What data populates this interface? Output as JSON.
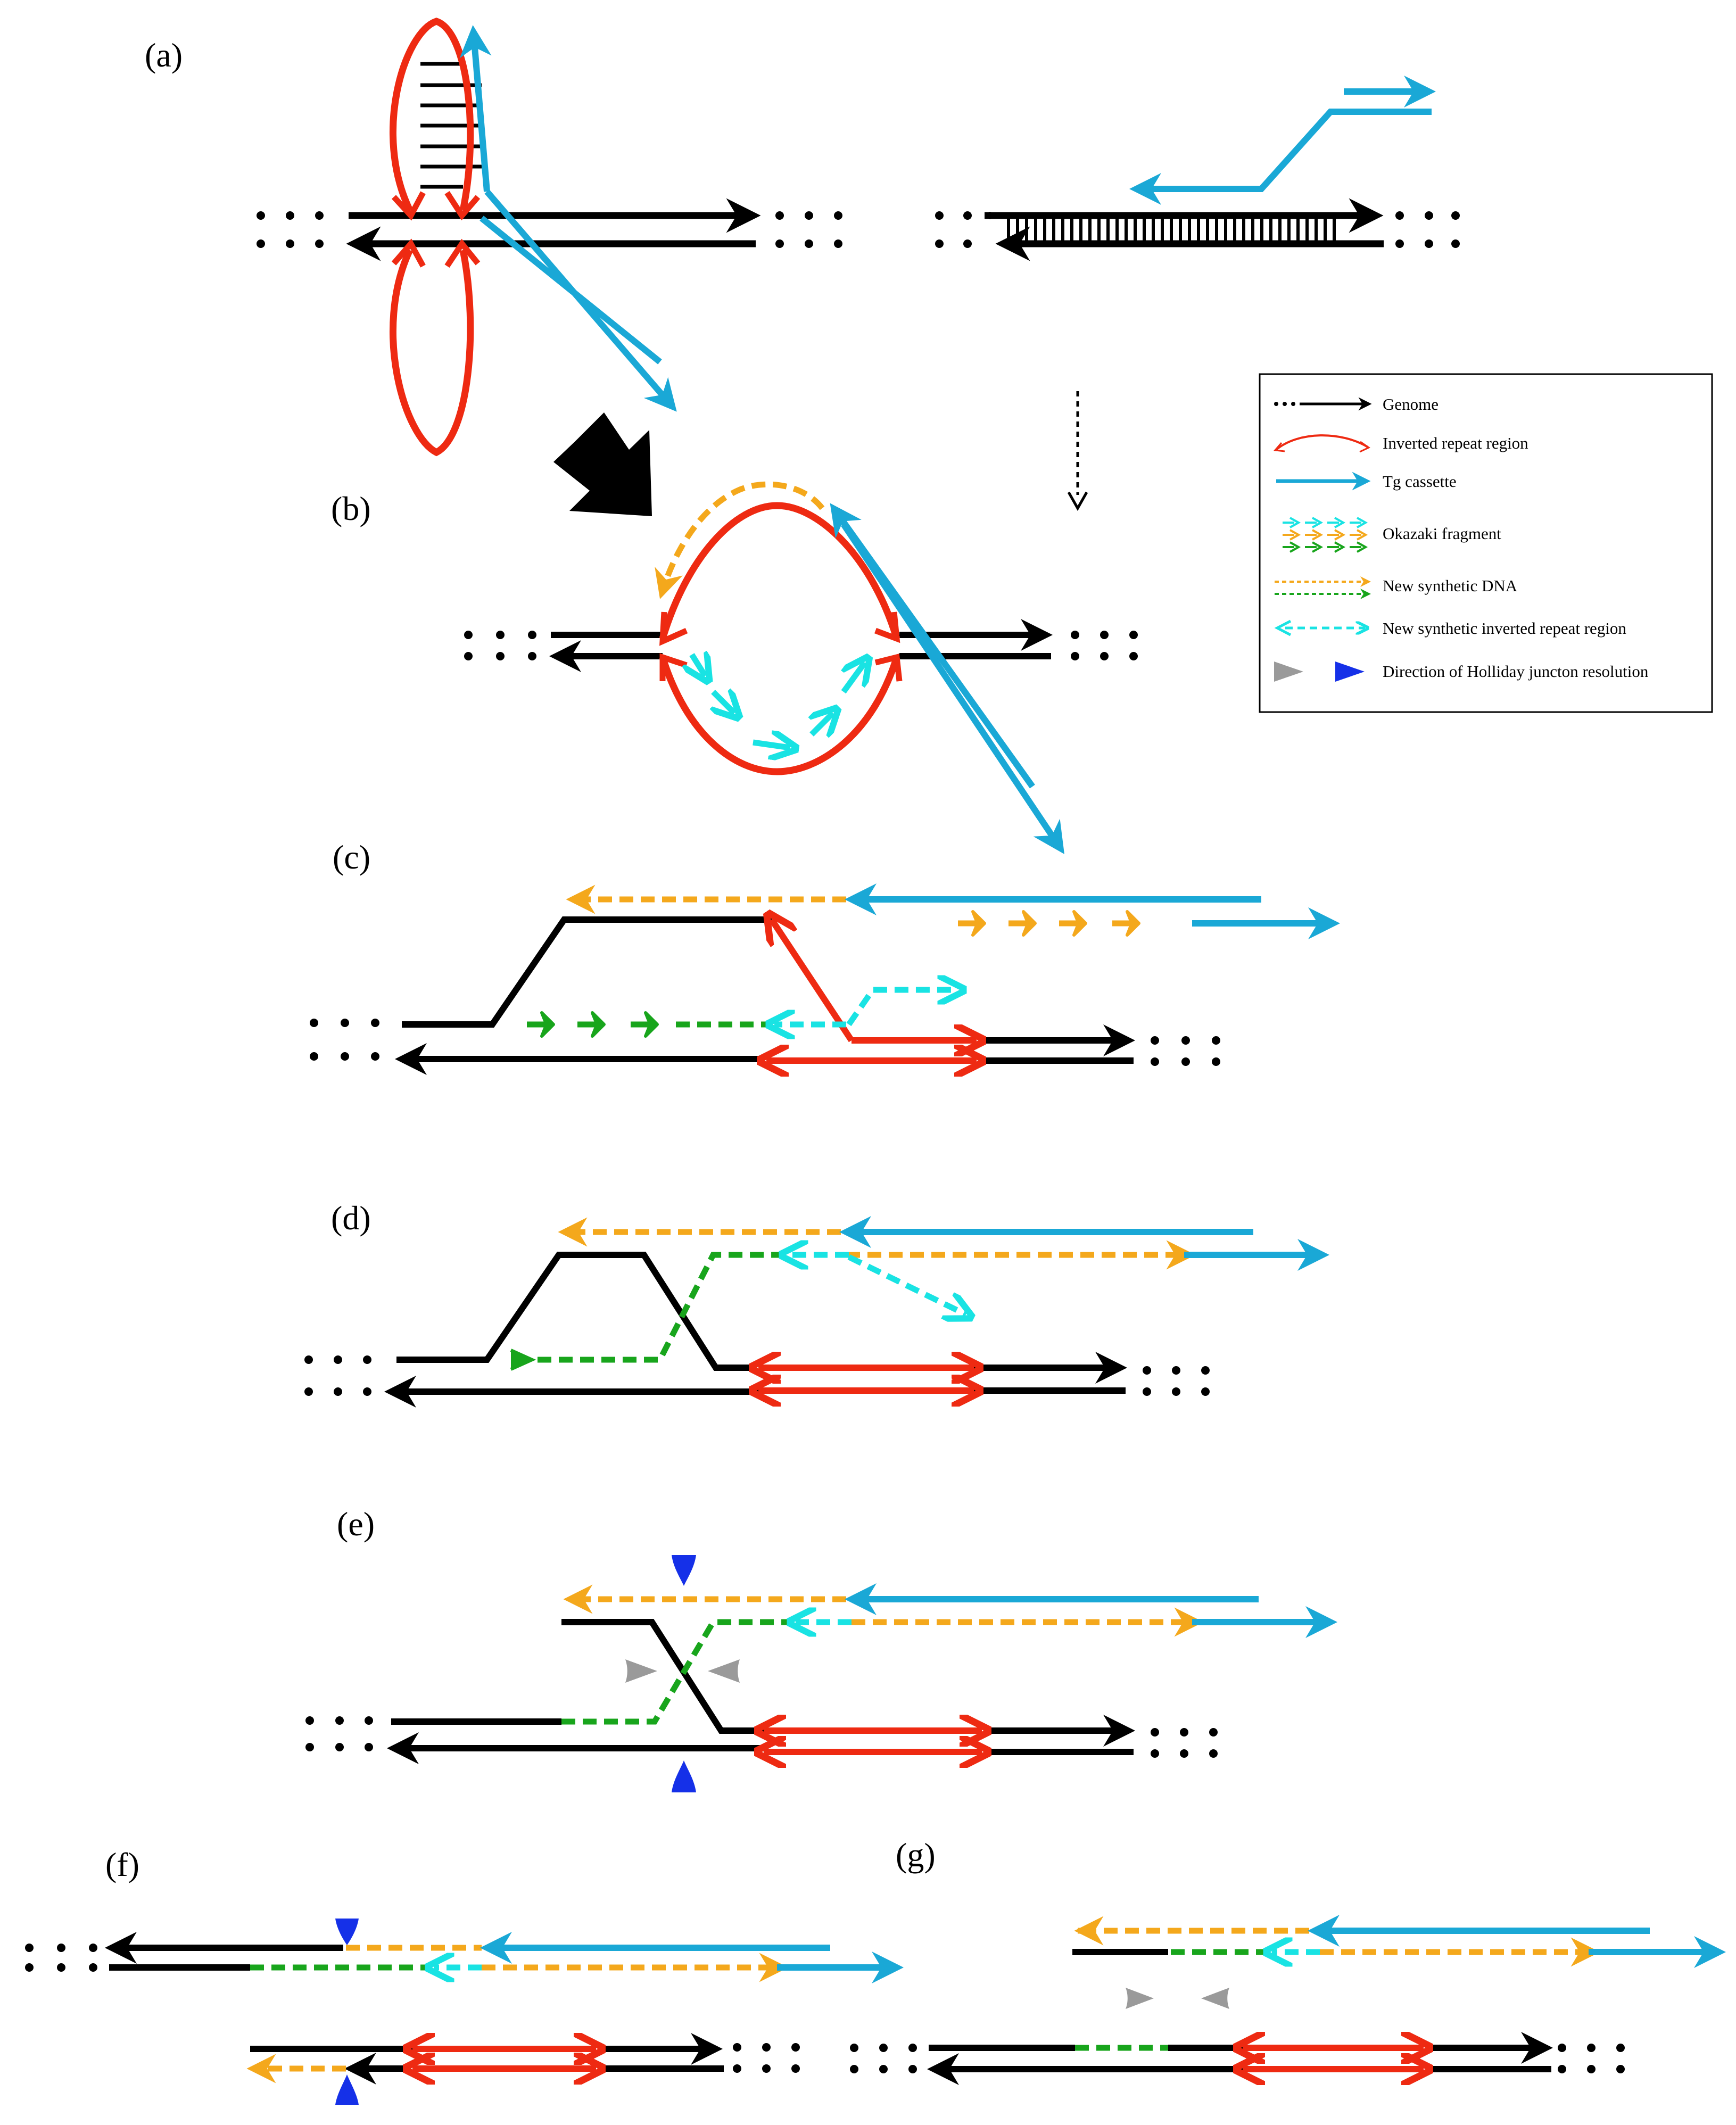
{
  "panels": {
    "a": "(a)",
    "b": "(b)",
    "c": "(c)",
    "d": "(d)",
    "e": "(e)",
    "f": "(f)",
    "g": "(g)"
  },
  "legend": {
    "genome": "Genome",
    "inverted_repeat": "Inverted repeat region",
    "tg_cassette": "Tg cassette",
    "okazaki": "Okazaki fragment",
    "new_dna": "New synthetic DNA",
    "new_ir": "New synthetic inverted repeat region",
    "hj": "Direction of Holliday juncton resolution"
  },
  "colors": {
    "genome": "#000000",
    "inverted_repeat": "#ee2a12",
    "tg_cassette": "#1aa8d6",
    "okazaki_orange": "#f4a81c",
    "okazaki_green": "#18a51c",
    "new_ir": "#19e3e3",
    "hj_gray": "#9a9a9a",
    "hj_blue": "#1530e8"
  }
}
